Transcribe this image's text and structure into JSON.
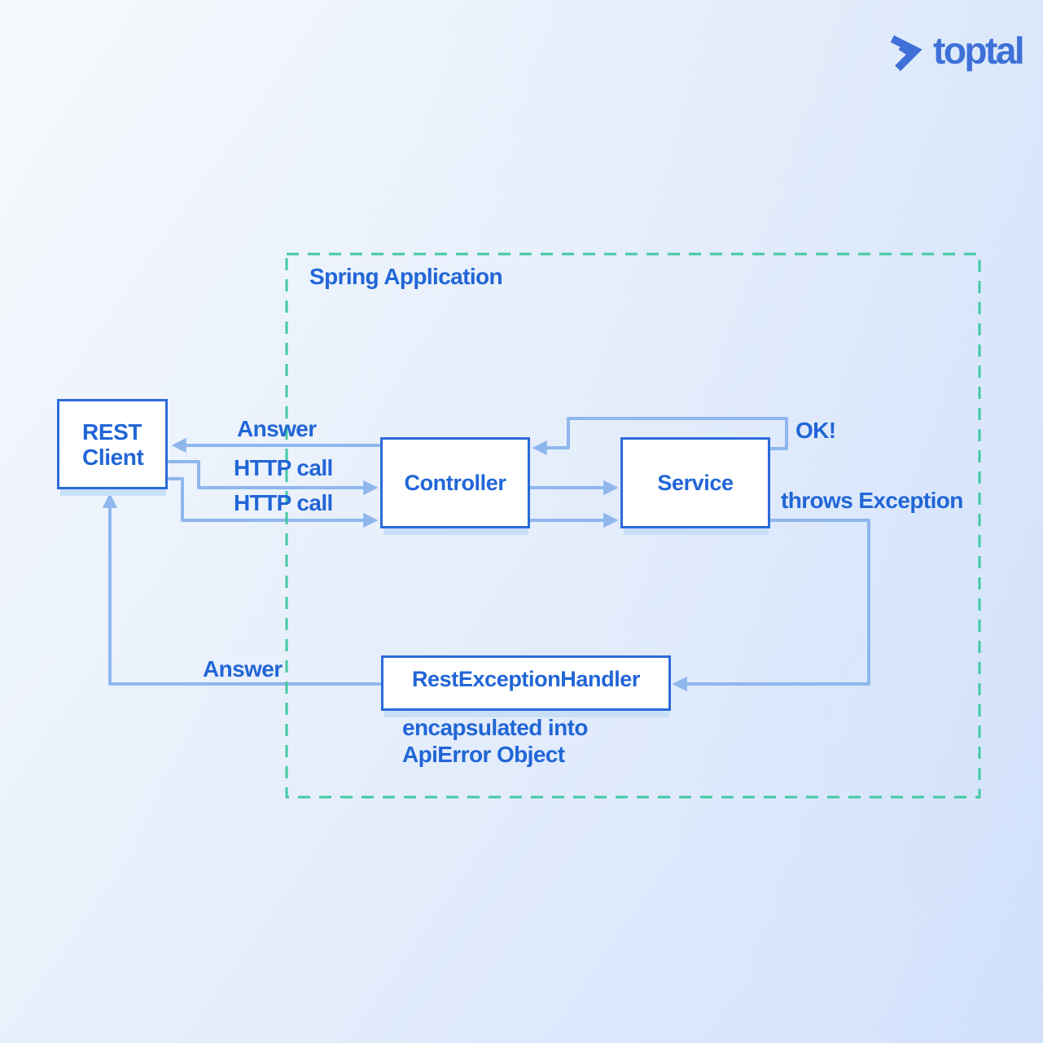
{
  "logo": {
    "brand": "toptal",
    "icon": "toptal-chevron-mark"
  },
  "container": {
    "label": "Spring Application"
  },
  "nodes": {
    "rest_client": {
      "line1": "REST",
      "line2": "Client"
    },
    "controller": {
      "label": "Controller"
    },
    "service": {
      "label": "Service"
    },
    "rest_exception_handler": {
      "label": "RestExceptionHandler"
    }
  },
  "edges": {
    "answer_top": {
      "label": "Answer"
    },
    "http_call_1": {
      "label": "HTTP call"
    },
    "http_call_2": {
      "label": "HTTP call"
    },
    "ok": {
      "label": "OK!"
    },
    "throws_exception": {
      "label": "throws Exception"
    },
    "answer_bottom": {
      "label": "Answer"
    }
  },
  "note": {
    "line1": "encapsulated into",
    "line2": "ApiError Object"
  },
  "colors": {
    "node_border_blue": "#2A6BD8",
    "text_blue": "#2166D6",
    "line_blue": "#8FB7EE",
    "shadow_blue": "#C9DFF8",
    "dashed_green": "#41C9A2",
    "logo_blue": "#3E70D8",
    "background_from": "#F3F8FD",
    "background_to": "#D3E2FC",
    "node_fill": "#FFFFFF"
  }
}
